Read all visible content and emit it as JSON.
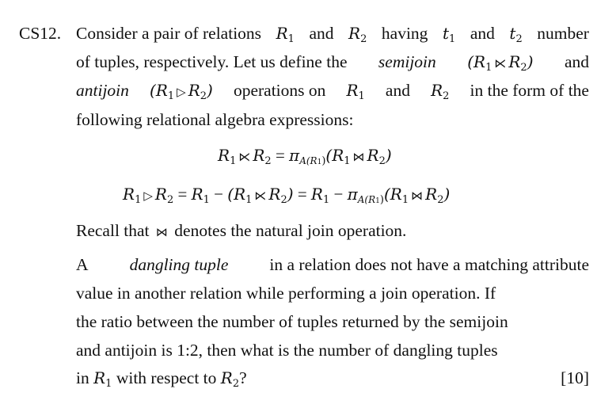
{
  "question": {
    "number": "CS12.",
    "marks": "[10]",
    "para1": {
      "l1": [
        "Consider a pair of relations",
        "and",
        "having",
        "and",
        "number"
      ],
      "l2a": "of tuples, respectively. Let us define the",
      "l2_semijoin": "semijoin",
      "l2b": "and",
      "l3_antijoin": "antijoin",
      "l3b": "operations on",
      "l3c": "and",
      "l3d": "in the form of the",
      "l4": "following relational algebra expressions:"
    },
    "symbols": {
      "R": "R",
      "t": "t",
      "one": "1",
      "two": "2",
      "semijoin": "⋉",
      "antijoin": "▷",
      "natjoin": "⋈",
      "pi": "π",
      "proj_sub": "A(R",
      "eq": "=",
      "minus": "−"
    },
    "equations": [
      "R₁ ⋉ R₂ = π_A(R₁)(R₁ ⋈ R₂)",
      "R₁ ▷ R₂ = R₁ − (R₁ ⋉ R₂) = R₁ − π_A(R₁)(R₁ ⋈ R₂)"
    ],
    "recall": [
      "Recall that",
      "denotes the natural join operation."
    ],
    "para2": {
      "l1a": "A",
      "l1_term": "dangling tuple",
      "l1b": "in a relation does not have a matching attribute",
      "l2": "value in another relation while performing a join operation.  If",
      "l3": "the ratio between the number of tuples returned by the semijoin",
      "l4": "and antijoin is 1:2, then what is the number of dangling tuples",
      "l5a": "in",
      "l5b": "with respect to",
      "l5c": "?"
    }
  }
}
